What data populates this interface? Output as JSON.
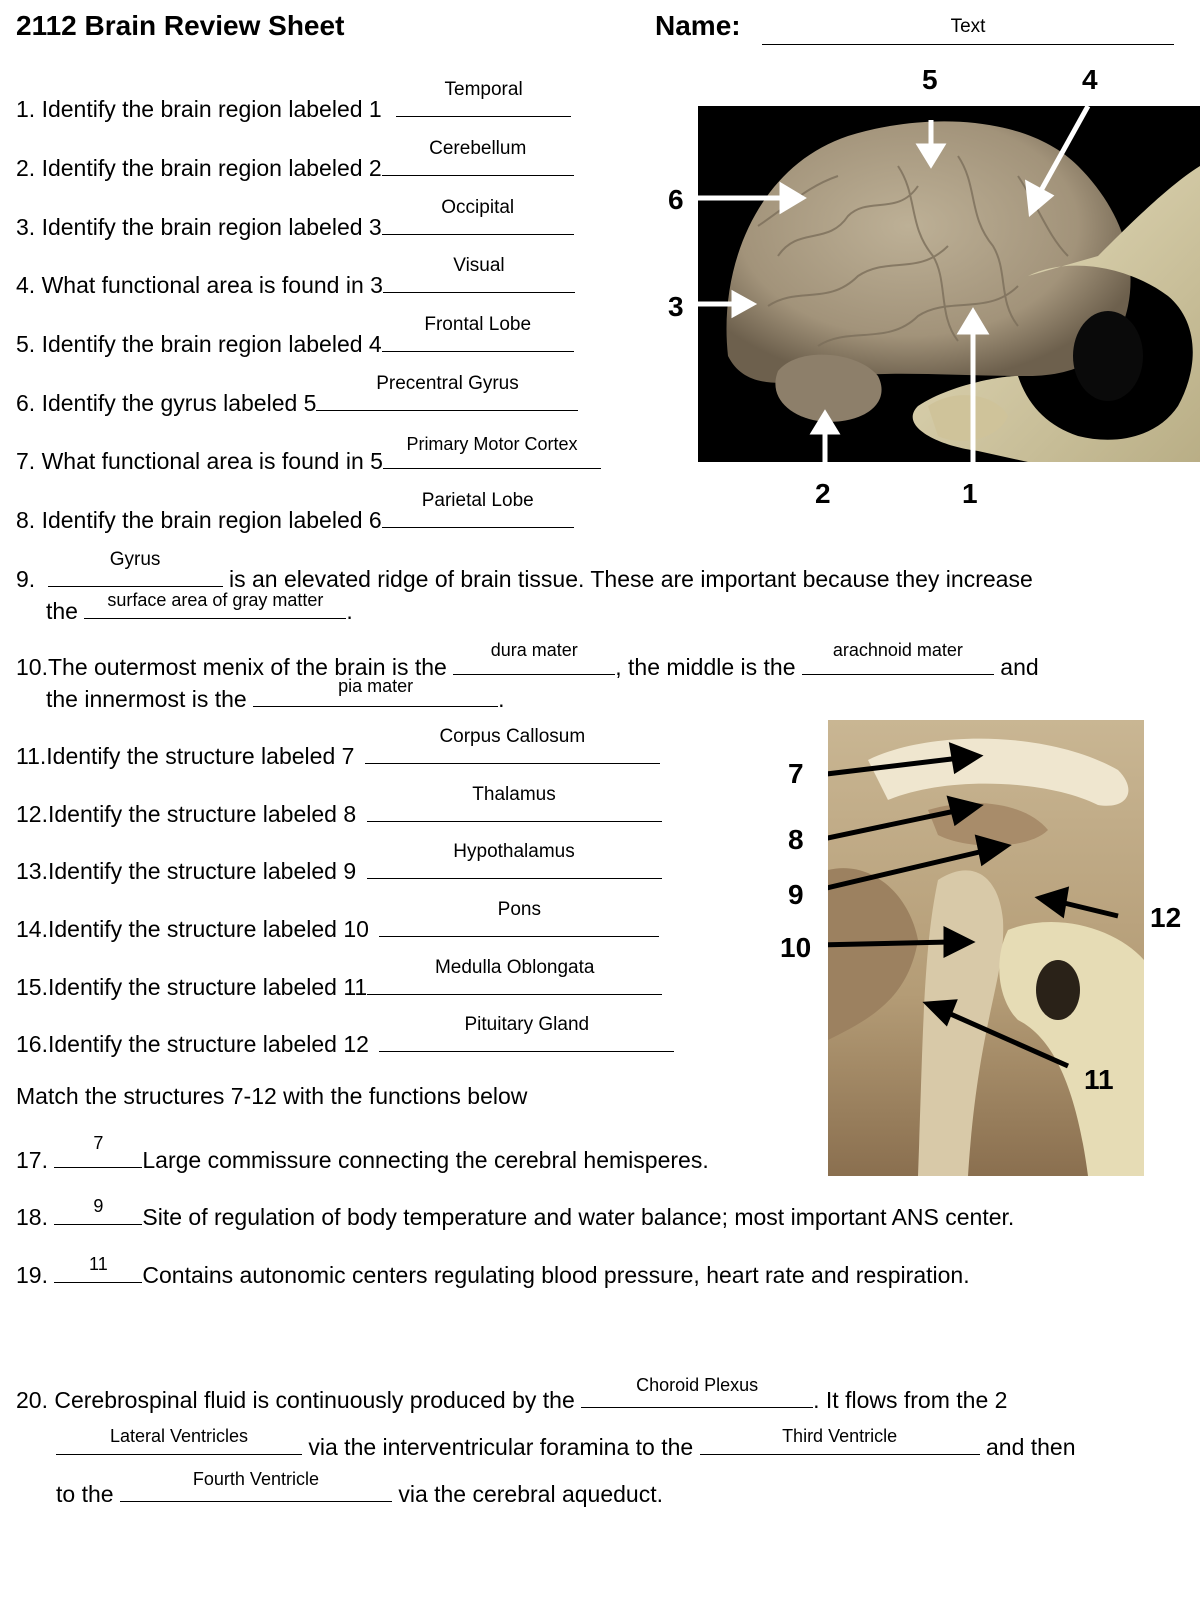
{
  "header": {
    "title": "2112 Brain Review Sheet",
    "name_label": "Name:",
    "name_value": "Text"
  },
  "questions": [
    {
      "num": "1.",
      "prompt": "Identify the brain region labeled 1",
      "answer": "Temporal"
    },
    {
      "num": "2.",
      "prompt": "Identify the brain region labeled 2",
      "answer": "Cerebellum"
    },
    {
      "num": "3.",
      "prompt": "Identify the brain region labeled 3",
      "answer": "Occipital"
    },
    {
      "num": "4.",
      "prompt": "What functional area is found in 3",
      "answer": "Visual"
    },
    {
      "num": "5.",
      "prompt": "Identify the brain region labeled 4",
      "answer": "Frontal Lobe"
    },
    {
      "num": "6.",
      "prompt": "Identify the gyrus labeled 5",
      "answer": "Precentral Gyrus"
    },
    {
      "num": "7.",
      "prompt": "What functional area is found in 5",
      "answer": "Primary Motor Cortex"
    },
    {
      "num": "8.",
      "prompt": "Identify the brain region labeled 6",
      "answer": "Parietal Lobe"
    }
  ],
  "q9": {
    "num": "9.",
    "answer1": "Gyrus",
    "text1": "is an elevated ridge of brain tissue. These are important because they increase",
    "text2": "the",
    "answer2": "surface area of gray matter",
    "end": "."
  },
  "q10": {
    "num": "10.",
    "text1": "The outermost menix of the brain is the",
    "answer1": "dura mater",
    "text2": ", the middle is the",
    "answer2": "arachnoid mater",
    "text3": "and",
    "text4": "the innermost is the",
    "answer3": "pia mater",
    "end": "."
  },
  "structures": [
    {
      "num": "11.",
      "prompt": "Identify the structure labeled 7",
      "answer": "Corpus Callosum"
    },
    {
      "num": "12.",
      "prompt": "Identify the structure labeled 8",
      "answer": "Thalamus"
    },
    {
      "num": "13.",
      "prompt": "Identify the structure labeled 9",
      "answer": "Hypothalamus"
    },
    {
      "num": "14.",
      "prompt": "Identify the structure labeled 10",
      "answer": "Pons"
    },
    {
      "num": "15.",
      "prompt": "Identify the structure labeled 11",
      "answer": "Medulla Oblongata"
    },
    {
      "num": "16.",
      "prompt": "Identify the structure labeled 12",
      "answer": "Pituitary Gland"
    }
  ],
  "match_heading": "Match the structures 7-12 with the functions below",
  "matches": [
    {
      "num": "17.",
      "answer": "7",
      "text": "Large commissure connecting the cerebral hemisperes."
    },
    {
      "num": "18.",
      "answer": "9",
      "text": "Site of regulation of body temperature and water balance; most important ANS center."
    },
    {
      "num": "19.",
      "answer": "11",
      "text": "Contains autonomic centers regulating blood pressure, heart rate and respiration."
    }
  ],
  "q20": {
    "num": "20.",
    "text1": "Cerebrospinal fluid is continuously produced by the",
    "answer1": "Choroid Plexus",
    "text2": ". It flows from the 2",
    "answer2": "Lateral Ventricles",
    "text3": "via the interventricular foramina to the",
    "answer3": "Third Ventricle",
    "text4": "and then",
    "text5": "to the",
    "answer4": "Fourth Ventricle",
    "text6": "via the cerebral aqueduct."
  },
  "figure1": {
    "labels": [
      "1",
      "2",
      "3",
      "4",
      "5",
      "6"
    ]
  },
  "figure2": {
    "labels": [
      "7",
      "8",
      "9",
      "10",
      "11",
      "12"
    ]
  },
  "colors": {
    "photo_background": "#000000",
    "brain_tissue": "#a89a80",
    "bone": "#ddd3ad",
    "arrow_light": "#ffffff",
    "arrow_dark": "#000000"
  }
}
